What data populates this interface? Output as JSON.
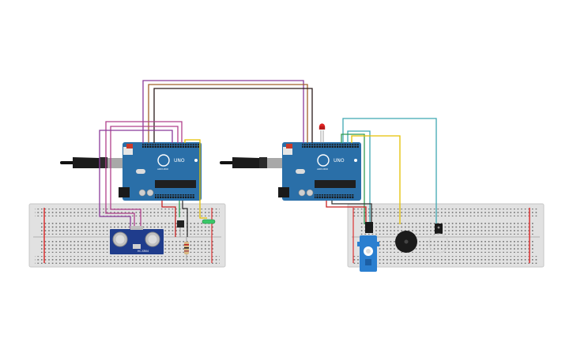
{
  "boards": {
    "left": {
      "brand": "ARDUINO",
      "model": "UNO"
    },
    "right": {
      "brand": "ARDUINO",
      "model": "UNO"
    }
  },
  "sensor": {
    "label": "HC-SR04"
  },
  "colors": {
    "board": "#2a6fa8",
    "breadboard": "#e0e0e0",
    "rail_red": "#d33",
    "rail_blue": "#336",
    "wire_purple": "#8a3a9a",
    "wire_magenta": "#b0408c",
    "wire_brown": "#7a4a2a",
    "wire_dark": "#222222",
    "wire_yellow": "#e5c100",
    "wire_green": "#2f9a52",
    "wire_teal": "#3fa7b2",
    "wire_red": "#c82020",
    "servo": "#2b7fd0",
    "led_red": "#d22"
  }
}
